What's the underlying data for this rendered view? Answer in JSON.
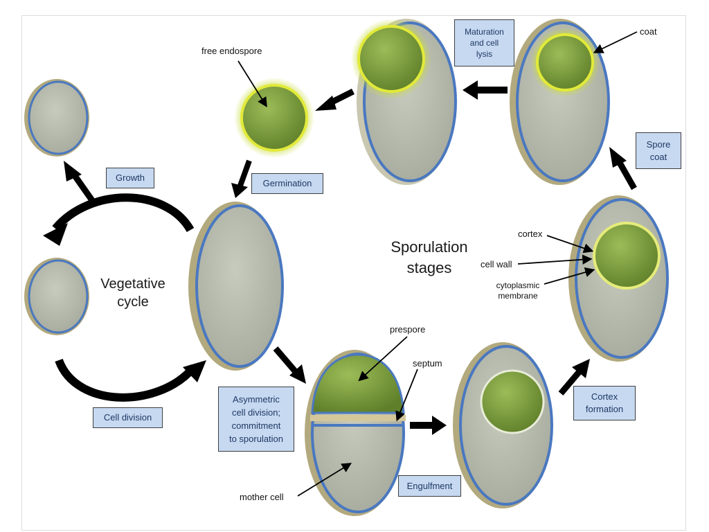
{
  "labels": {
    "free_endospore": "free endospore",
    "coat": "coat",
    "cortex": "cortex",
    "cell_wall": "cell wall",
    "cytoplasmic_membrane": "cytoplasmic\nmembrane",
    "prespore": "prespore",
    "septum": "septum",
    "mother_cell": "mother cell",
    "vegetative_cycle": "Vegetative\ncycle",
    "sporulation_stages": "Sporulation\nstages"
  },
  "stages": {
    "growth": "Growth",
    "cell_division": "Cell division",
    "germination": "Germination",
    "maturation": "Maturation\nand cell\nlysis",
    "spore_coat": "Spore\ncoat",
    "cortex_formation": "Cortex\nformation",
    "engulfment": "Engulfment",
    "asymmetric": "Asymmetric\ncell division;\ncommitment\nto sporulation"
  },
  "colors": {
    "cell_fill": "#b8bcae",
    "cell_wall_outer": "#b2a97e",
    "membrane": "#4a78c0",
    "spore_green": "#7a9a3c",
    "spore_glow": "#e2ea3a",
    "stage_box": "#c6d9f1"
  }
}
